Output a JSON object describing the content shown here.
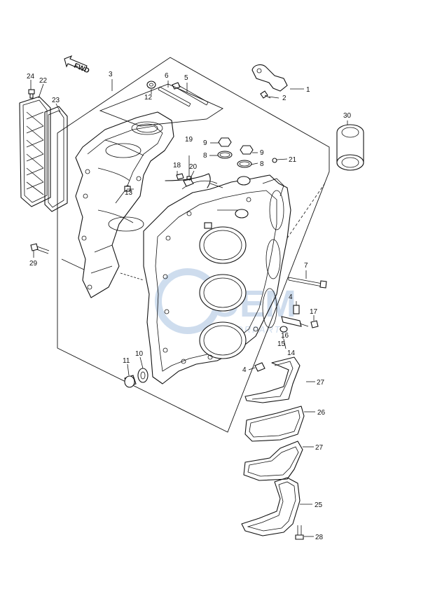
{
  "fwd_label": "FWD",
  "watermark": {
    "line1": "OEM",
    "line2": "MOTORPARTS"
  },
  "callouts": [
    {
      "id": "c1",
      "text": "1"
    },
    {
      "id": "c2",
      "text": "2"
    },
    {
      "id": "c3",
      "text": "3"
    },
    {
      "id": "c4a",
      "text": "4"
    },
    {
      "id": "c4b",
      "text": "4"
    },
    {
      "id": "c5",
      "text": "5"
    },
    {
      "id": "c6",
      "text": "6"
    },
    {
      "id": "c7",
      "text": "7"
    },
    {
      "id": "c8a",
      "text": "8"
    },
    {
      "id": "c8b",
      "text": "8"
    },
    {
      "id": "c9a",
      "text": "9"
    },
    {
      "id": "c9b",
      "text": "9"
    },
    {
      "id": "c10",
      "text": "10"
    },
    {
      "id": "c11",
      "text": "11"
    },
    {
      "id": "c12",
      "text": "12"
    },
    {
      "id": "c13",
      "text": "13"
    },
    {
      "id": "c14",
      "text": "14"
    },
    {
      "id": "c15",
      "text": "15"
    },
    {
      "id": "c16",
      "text": "16"
    },
    {
      "id": "c17",
      "text": "17"
    },
    {
      "id": "c18",
      "text": "18"
    },
    {
      "id": "c19",
      "text": "19"
    },
    {
      "id": "c20",
      "text": "20"
    },
    {
      "id": "c21",
      "text": "21"
    },
    {
      "id": "c22",
      "text": "22"
    },
    {
      "id": "c23",
      "text": "23"
    },
    {
      "id": "c24",
      "text": "24"
    },
    {
      "id": "c25",
      "text": "25"
    },
    {
      "id": "c26",
      "text": "26"
    },
    {
      "id": "c27a",
      "text": "27"
    },
    {
      "id": "c27b",
      "text": "27"
    },
    {
      "id": "c28",
      "text": "28"
    },
    {
      "id": "c29",
      "text": "29"
    },
    {
      "id": "c30",
      "text": "30"
    }
  ]
}
